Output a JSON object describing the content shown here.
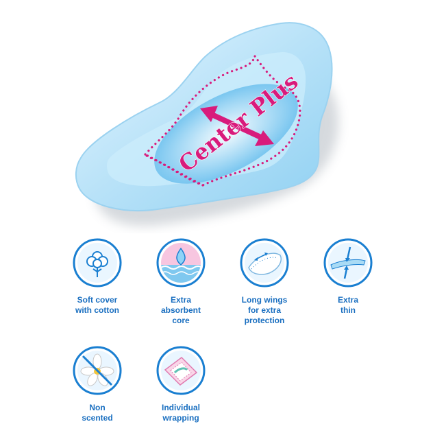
{
  "product": {
    "name_on_pad": "Center Plus",
    "accent_color": "#d81b7c",
    "pad_color": "#bfe6f8"
  },
  "features": [
    {
      "icon": "cotton-icon",
      "label": "Soft cover\nwith cotton"
    },
    {
      "icon": "absorbent-core-icon",
      "label": "Extra\nabsorbent\ncore"
    },
    {
      "icon": "wings-icon",
      "label": "Long wings\nfor extra\nprotection"
    },
    {
      "icon": "thin-icon",
      "label": "Extra\nthin"
    },
    {
      "icon": "no-scent-icon",
      "label": "Non\nscented"
    },
    {
      "icon": "wrapping-icon",
      "label": "Individual\nwrapping"
    }
  ],
  "theme": {
    "badge_ring": "#1a7fd1",
    "label_color": "#1a6fc0"
  }
}
